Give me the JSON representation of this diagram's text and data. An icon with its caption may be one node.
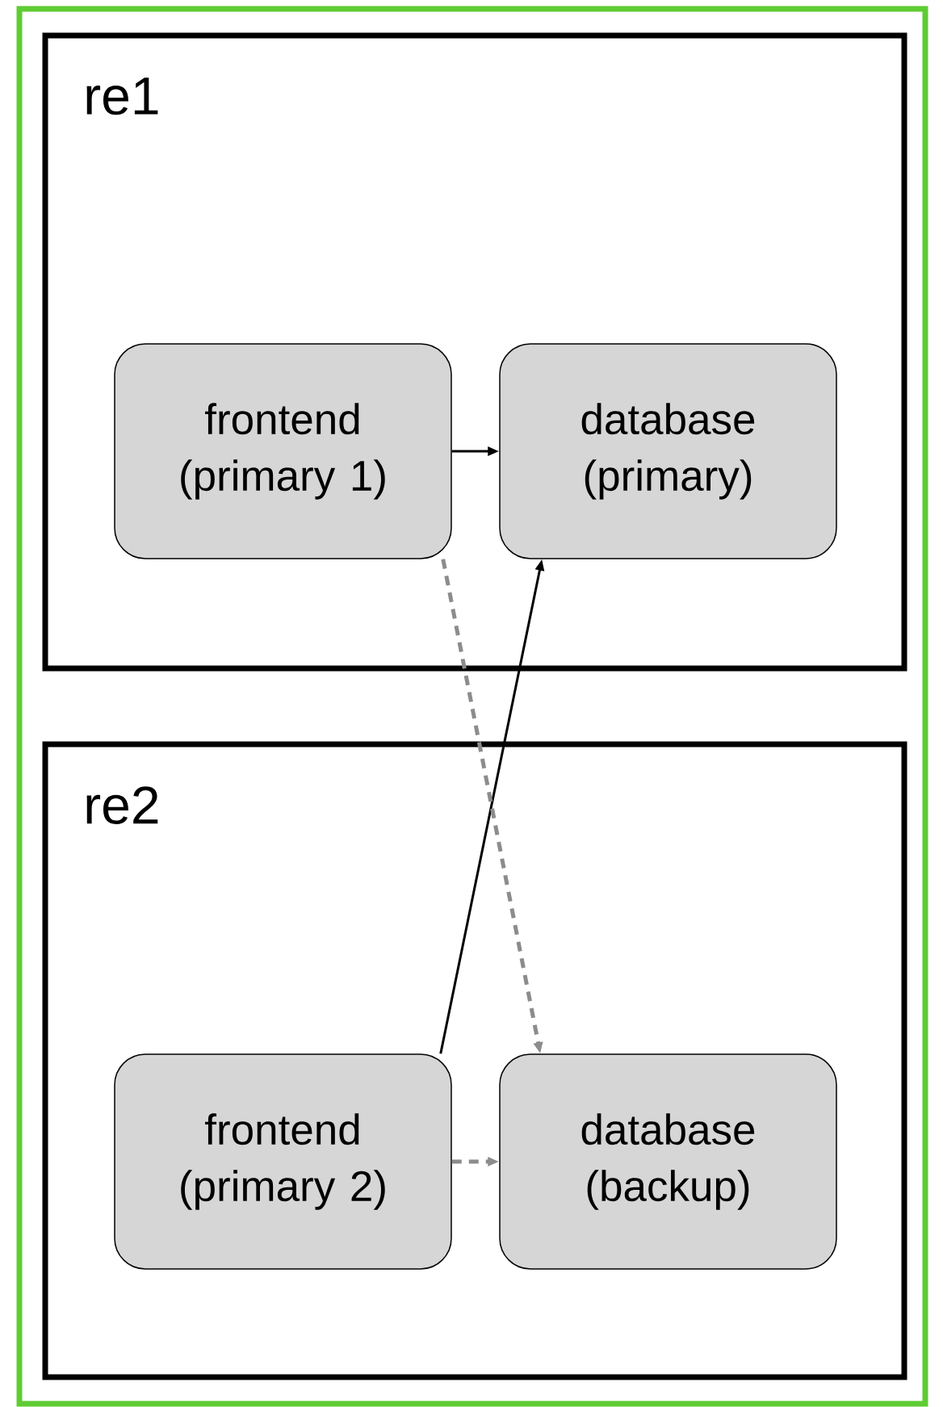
{
  "diagram": {
    "nodes": [
      {
        "text": [
          "re1"
        ]
      },
      {
        "text": [
          "frontend (primary 1)"
        ],
        "in": 0
      },
      {
        "text": [
          "database (primary)"
        ],
        "in": 0
      },
      {
        "text": [
          "re2"
        ]
      },
      {
        "text": [
          "frontend (primary 2)"
        ],
        "in": 3
      },
      {
        "text": [
          "database (backup)"
        ],
        "in": 3
      }
    ],
    "edges": [
      {
        "from": 1,
        "to": 2,
        "arrow": "to"
      },
      {
        "from": 4,
        "to": 2,
        "arrow": "to"
      },
      {
        "from": 1,
        "to": 5,
        "arrow": "to",
        "style": "dashed",
        "color": "#8c8c8c"
      },
      {
        "from": 4,
        "to": 5,
        "arrow": "to",
        "style": "dashed",
        "color": "#8c8c8c"
      }
    ]
  }
}
